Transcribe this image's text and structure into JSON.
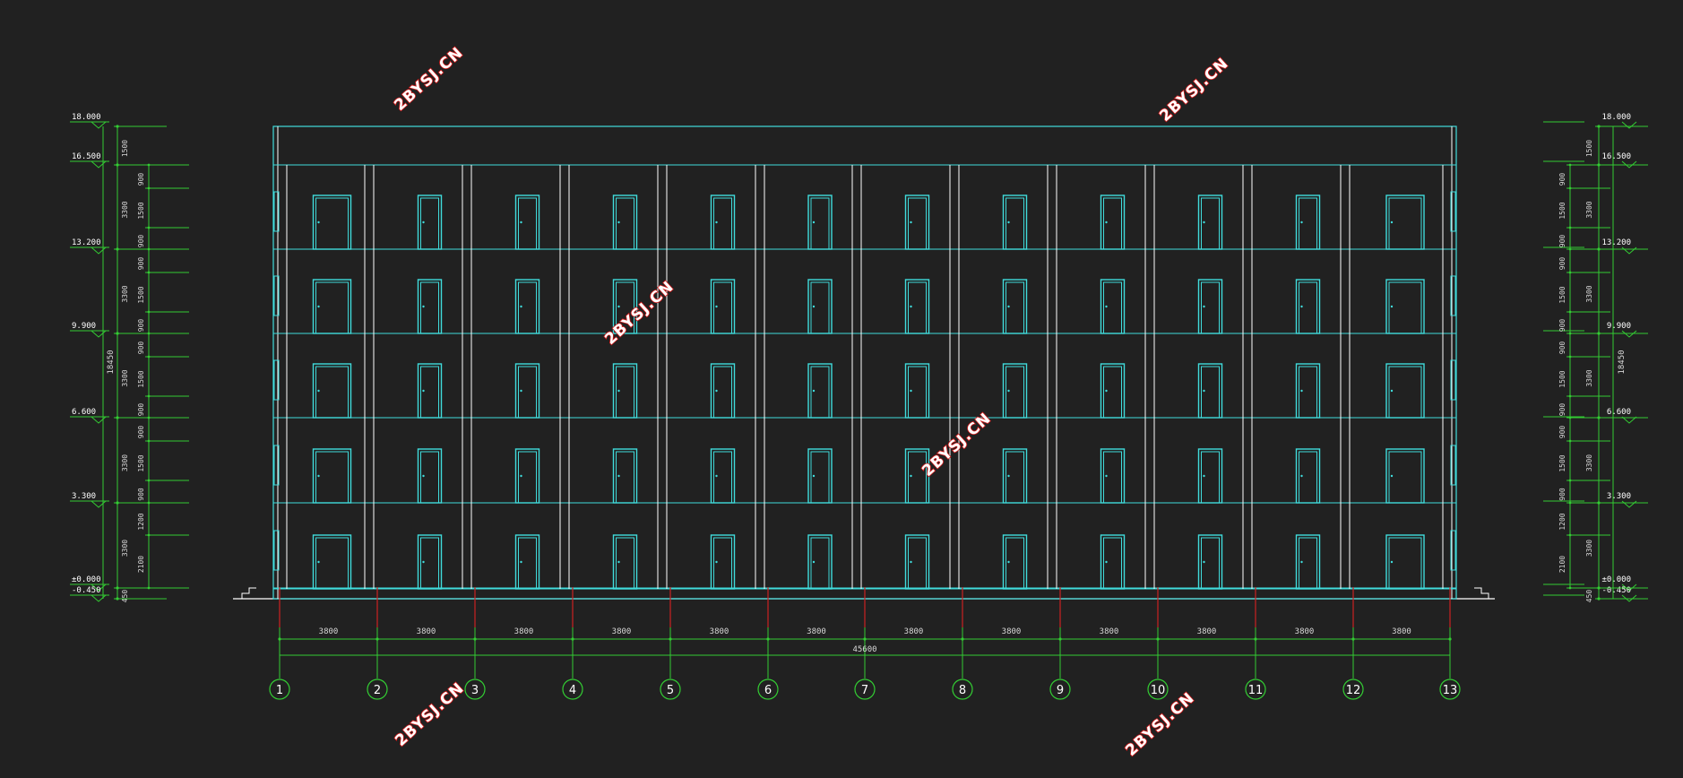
{
  "watermarks": [
    {
      "text": "2BYSJ.CN"
    },
    {
      "text": "2BYSJ.CN"
    },
    {
      "text": "2BYSJ.CN"
    },
    {
      "text": "2BYSJ.CN"
    },
    {
      "text": "2BYSJ.CN"
    },
    {
      "text": "2BYSJ.CN"
    }
  ],
  "elevation": {
    "floors": 5,
    "bays": 12,
    "bay_width_label": "3800",
    "total_width_label": "45600",
    "axes": [
      "1",
      "2",
      "3",
      "4",
      "5",
      "6",
      "7",
      "8",
      "9",
      "10",
      "11",
      "12",
      "13"
    ],
    "level_marks_left": [
      "18.000",
      "16.500",
      "13.200",
      "9.900",
      "6.600",
      "3.300",
      "±0.000",
      "-0.450"
    ],
    "level_marks_right": [
      "18.000",
      "16.500",
      "13.200",
      "9.900",
      "6.600",
      "3.300",
      "±0.000",
      "-0.450"
    ],
    "dims_inner_left": [
      "1500",
      "3300",
      "3300",
      "3300",
      "3300",
      "3300",
      "450"
    ],
    "dims_outer_left": [
      "18450"
    ],
    "dims_detail": [
      "900",
      "1500",
      "900",
      "900",
      "1500",
      "900",
      "900",
      "1500",
      "900",
      "900",
      "1500",
      "900",
      "1200",
      "2100"
    ],
    "colors": {
      "background": "#212121",
      "facade": "#40dcdc",
      "dimension": "#33cc33",
      "axis_tick": "#cc2222",
      "wall": "#ffffff"
    }
  }
}
